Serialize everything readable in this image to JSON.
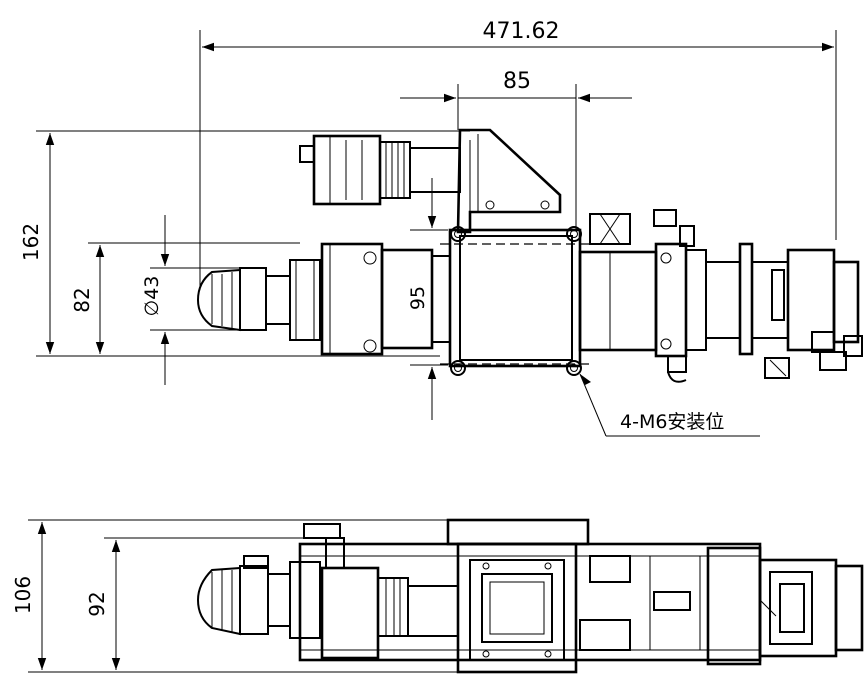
{
  "drawing": {
    "dimensions": {
      "overall_length": "471.62",
      "bracket_width": "85",
      "height_top_view": "162",
      "height_body": "82",
      "diameter": "∅43",
      "mount_height": "95",
      "height_side_view": "106",
      "height_side_body": "92"
    },
    "callout": "4-M6安装位"
  }
}
